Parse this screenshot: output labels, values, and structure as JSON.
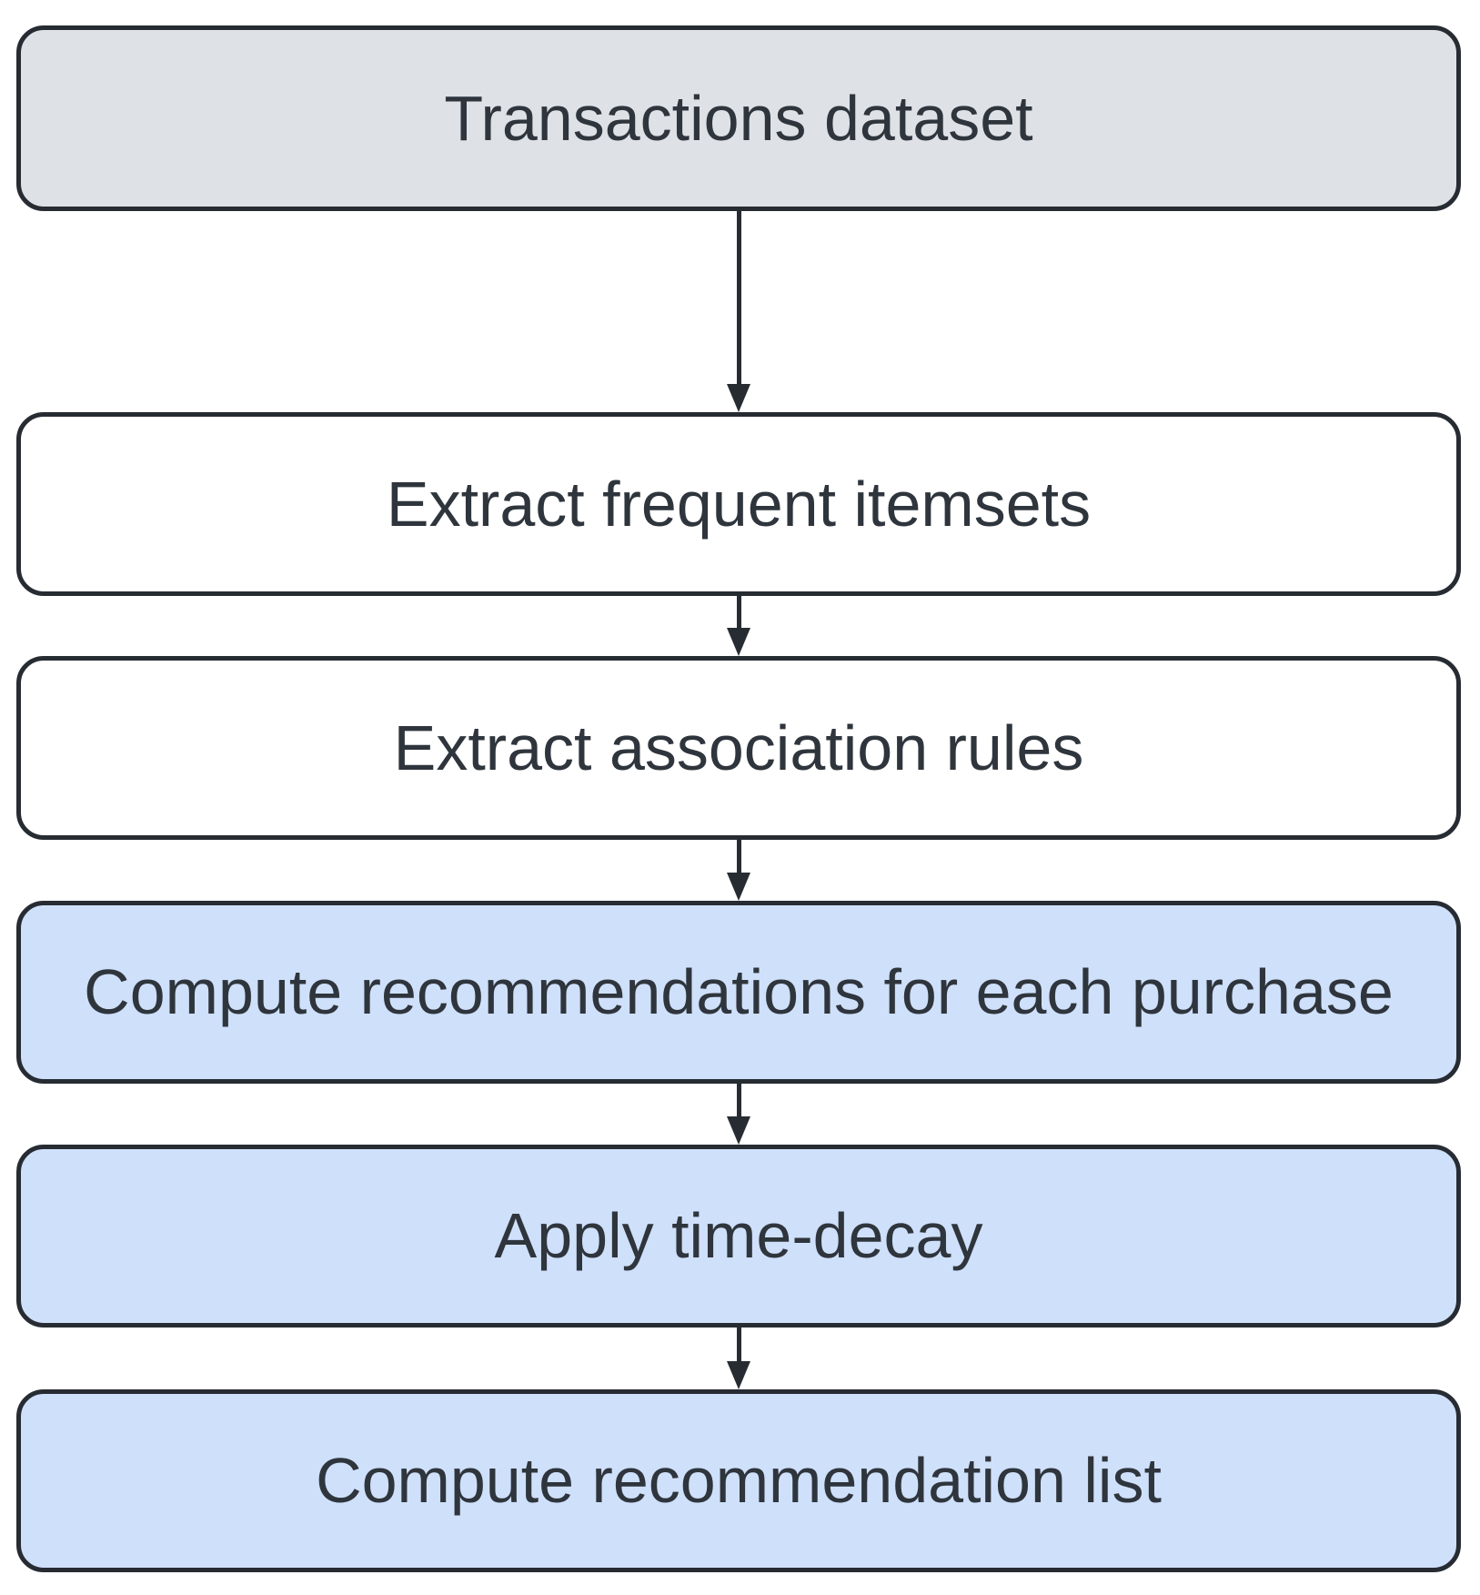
{
  "diagram": {
    "type": "flowchart",
    "direction": "top-down",
    "nodes": [
      {
        "label": "Transactions dataset",
        "fill": "#dee1e6"
      },
      {
        "label": "Extract frequent itemsets",
        "fill": "#ffffff"
      },
      {
        "label": "Extract association rules",
        "fill": "#ffffff"
      },
      {
        "label": "Compute recommendations for each purchase",
        "fill": "#cfe0fb"
      },
      {
        "label": "Apply time-decay",
        "fill": "#cfe0fb"
      },
      {
        "label": "Compute recommendation list",
        "fill": "#cfe0fb"
      }
    ],
    "edges": [
      {
        "from": 0,
        "to": 1
      },
      {
        "from": 1,
        "to": 2
      },
      {
        "from": 2,
        "to": 3
      },
      {
        "from": 3,
        "to": 4
      },
      {
        "from": 4,
        "to": 5
      }
    ],
    "colors": {
      "node_border": "#272c33",
      "node_text": "#2f353c",
      "arrow": "#272c33",
      "dataset_fill": "#dee1e6",
      "process_fill": "#ffffff",
      "highlight_fill": "#cfe0fb",
      "background": "#ffffff"
    }
  }
}
